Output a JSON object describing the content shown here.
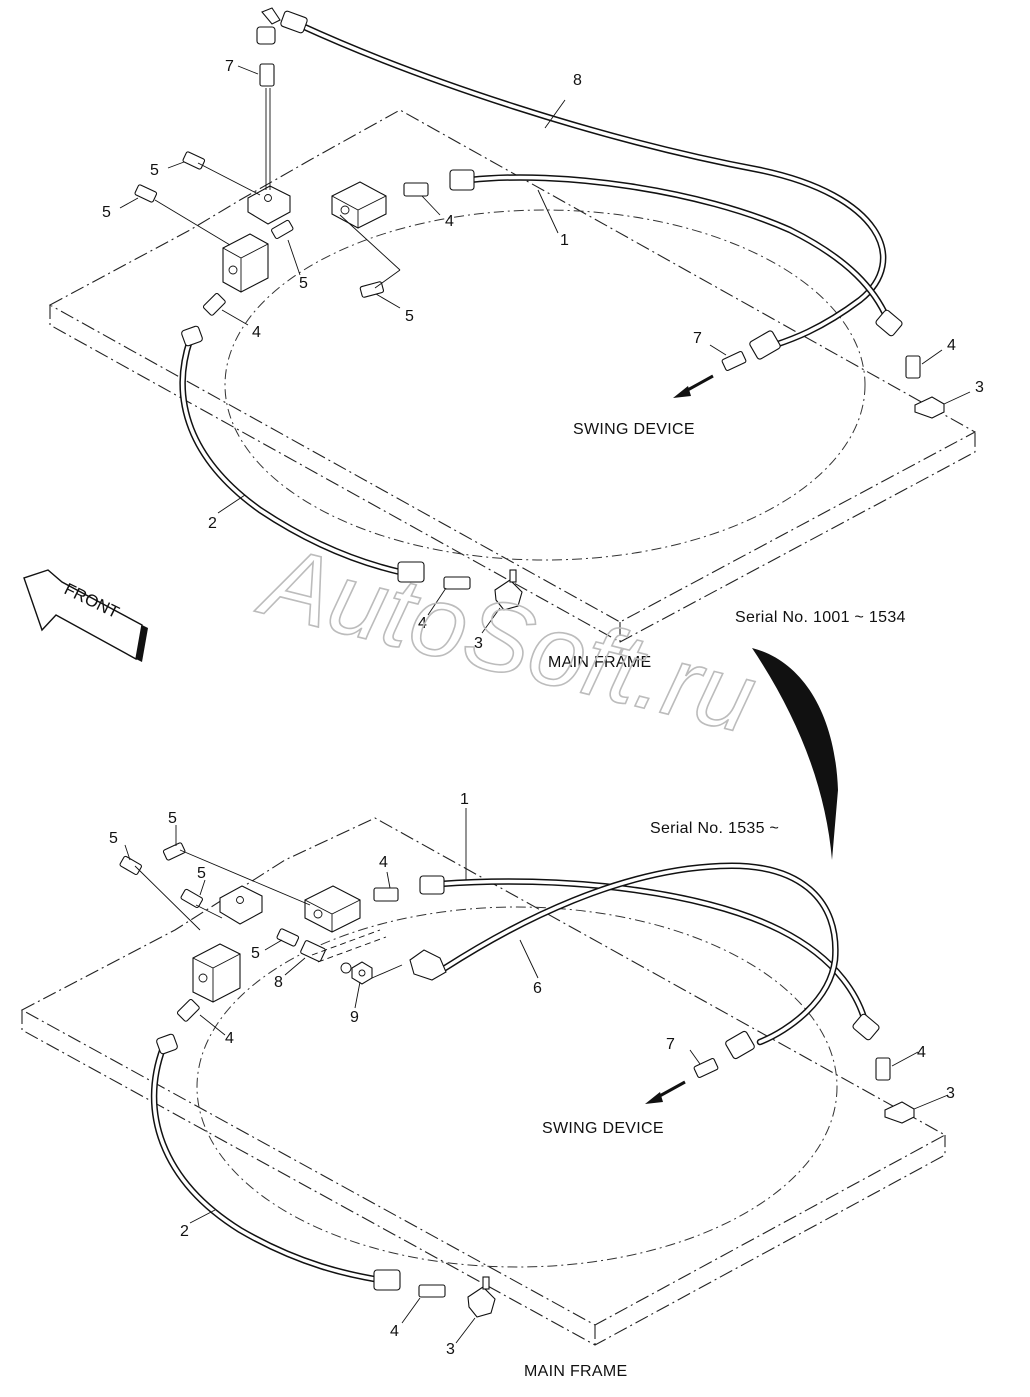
{
  "watermark": "AutoSoft.ru",
  "front_label": "FRONT",
  "serial_labels": {
    "upper": "Serial No. 1001 ~ 1534",
    "lower": "Serial No. 1535 ~"
  },
  "upper_diagram": {
    "swing_device_label": "SWING DEVICE",
    "main_frame_label": "MAIN FRAME",
    "callouts": [
      "7",
      "8",
      "5",
      "5",
      "4",
      "1",
      "5",
      "5",
      "4",
      "7",
      "4",
      "3",
      "2",
      "4",
      "3"
    ]
  },
  "lower_diagram": {
    "swing_device_label": "SWING DEVICE",
    "main_frame_label": "MAIN FRAME",
    "callouts": [
      "1",
      "5",
      "5",
      "5",
      "4",
      "5",
      "8",
      "9",
      "6",
      "4",
      "7",
      "4",
      "3",
      "2",
      "4",
      "3"
    ]
  },
  "icons": {
    "front_arrow": "front-arrow-icon",
    "direction_arrow": "direction-arrow-icon",
    "transition_arc": "transition-arc-icon"
  }
}
